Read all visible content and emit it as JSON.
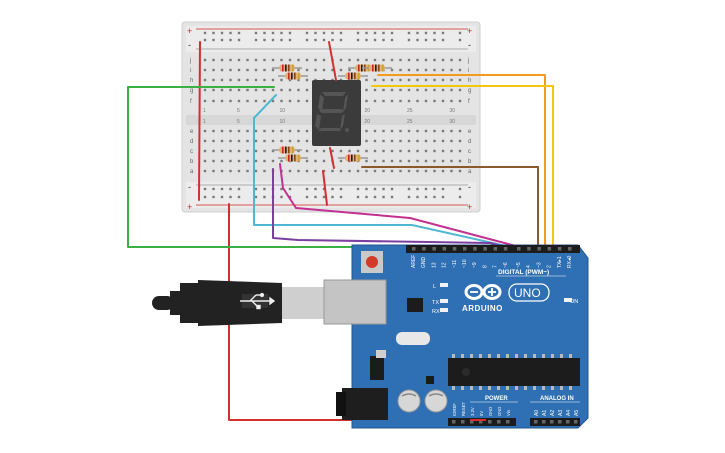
{
  "breadboard": {
    "rail_top_plus": "+",
    "rail_top_minus": "-",
    "rail_bottom_plus": "+",
    "rail_bottom_minus": "-",
    "row_letters_top": [
      "j",
      "i",
      "h",
      "g",
      "f"
    ],
    "row_letters_bottom": [
      "e",
      "d",
      "c",
      "b",
      "a"
    ],
    "column_numbers": [
      "1",
      "5",
      "10",
      "15",
      "20",
      "25",
      "30"
    ]
  },
  "seven_segment": {
    "digit": "8."
  },
  "arduino": {
    "brand": "ARDUINO",
    "model": "UNO",
    "digital_header_label": "DIGITAL (PWM~)",
    "digital_pins": [
      "AREF",
      "GND",
      "13",
      "12",
      "~11",
      "~10",
      "~9",
      "8",
      "7",
      "~6",
      "~5",
      "4",
      "~3",
      "2",
      "TX▸1",
      "RX◂0"
    ],
    "power_label": "POWER",
    "analog_label": "ANALOG IN",
    "power_pins": [
      "IOREF",
      "RESET",
      "3.3V",
      "5V",
      "GND",
      "GND",
      "Vin"
    ],
    "analog_pins": [
      "A0",
      "A1",
      "A2",
      "A3",
      "A4",
      "A5"
    ],
    "on_label": "ON",
    "tx_label": "TX",
    "rx_label": "RX",
    "l_label": "L"
  },
  "colors": {
    "board_blue": "#2f6fb4",
    "wire_red": "#d32f2f",
    "wire_green": "#3cb043",
    "wire_orange": "#f29b1d",
    "wire_yellow": "#f2c80f",
    "wire_brown": "#8b5a2b",
    "wire_magenta": "#c2318f",
    "wire_purple": "#7b3fa0",
    "wire_cyan": "#4fb8d0"
  }
}
